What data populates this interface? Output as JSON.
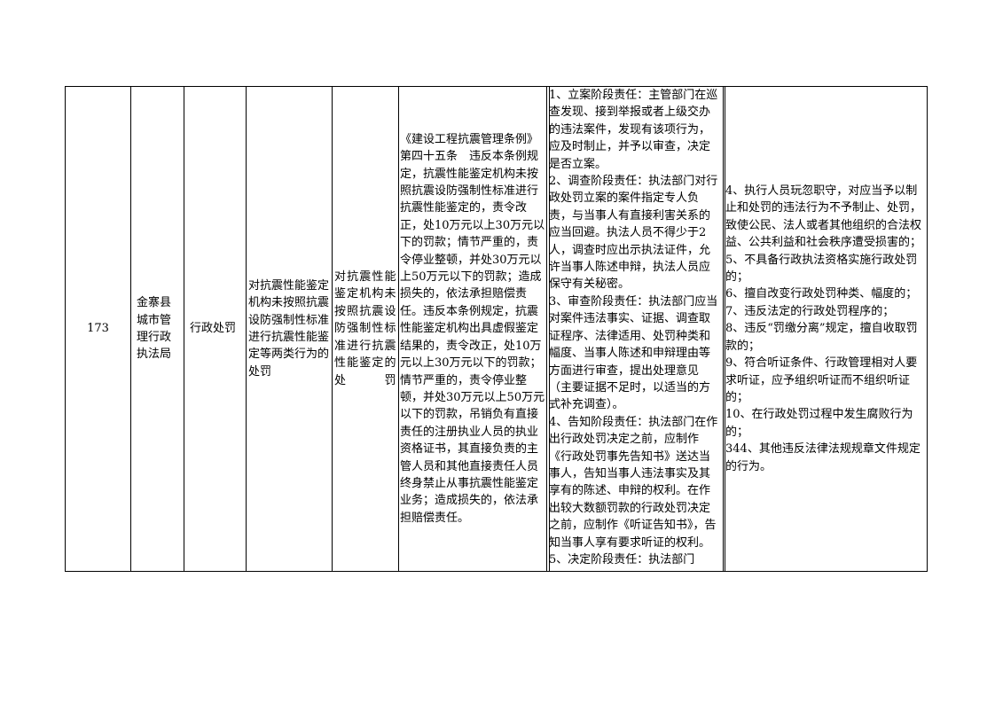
{
  "row": {
    "number": "173",
    "department": "金寨县城市管理行政执法局",
    "category": "行政处罚",
    "item_name": "对抗震性能鉴定机构未按照抗震设防强制性标准进行抗震性能鉴定等两类行为的处罚",
    "sub_item": "对抗震性能鉴定机构未按照抗震设防强制性标准进行抗震性能鉴定的处罚",
    "basis": "《建设工程抗震管理条例》第四十五条　违反本条例规定，抗震性能鉴定机构未按照抗震设防强制性标准进行抗震性能鉴定的，责令改正，处10万元以上30万元以下的罚款；情节严重的，责令停业整顿，并处30万元以上50万元以下的罚款；造成损失的，依法承担赔偿责任。违反本条例规定，抗震性能鉴定机构出具虚假鉴定结果的，责令改正，处10万元以上30万元以下的罚款；情节严重的，责令停业整顿，并处30万元以上50万元以下的罚款，吊销负有直接责任的注册执业人员的执业资格证书，其直接负责的主管人员和其他直接责任人员终身禁止从事抗震性能鉴定业务；造成损失的，依法承担赔偿责任。",
    "responsibilities": [
      "1、立案阶段责任：主管部门在巡查发现、接到举报或者上级交办的违法案件，发现有该项行为，应及时制止，并予以审查，决定是否立案。",
      "2、调查阶段责任：执法部门对行政处罚立案的案件指定专人负责，与当事人有直接利害关系的应当回避。执法人员不得少于2人，调查时应出示执法证件，允许当事人陈述申辩，执法人员应保守有关秘密。",
      "3、审查阶段责任：执法部门应当对案件违法事实、证据、调查取证程序、法律适用、处罚种类和幅度、当事人陈述和申辩理由等方面进行审查，提出处理意见（主要证据不足时，以适当的方式补充调查）。",
      "4、告知阶段责任：执法部门在作出行政处罚决定之前，应制作《行政处罚事先告知书》送达当事人，告知当事人违法事实及其享有的陈述、申辩的权利。在作出较大数额罚款的行政处罚决定之前，应制作《听证告知书》，告知当事人享有要求听证的权利。",
      "5、决定阶段责任：执法部门"
    ],
    "accountability": [
      "4、执行人员玩忽职守，对应当予以制止和处罚的违法行为不予制止、处罚，致使公民、法人或者其他组织的合法权益、公共利益和社会秩序遭受损害的；",
      "5、不具备行政执法资格实施行政处罚的；",
      "6、擅自改变行政处罚种类、幅度的；",
      "7、违反法定的行政处罚程序的；",
      "8、违反“罚缴分离”规定，擅自收取罚款的；",
      "9、符合听证条件、行政管理相对人要求听证，应予组织听证而不组织听证的；",
      "10、在行政处罚过程中发生腐败行为的；",
      "344、其他违反法律法规规章文件规定的行为。"
    ]
  }
}
